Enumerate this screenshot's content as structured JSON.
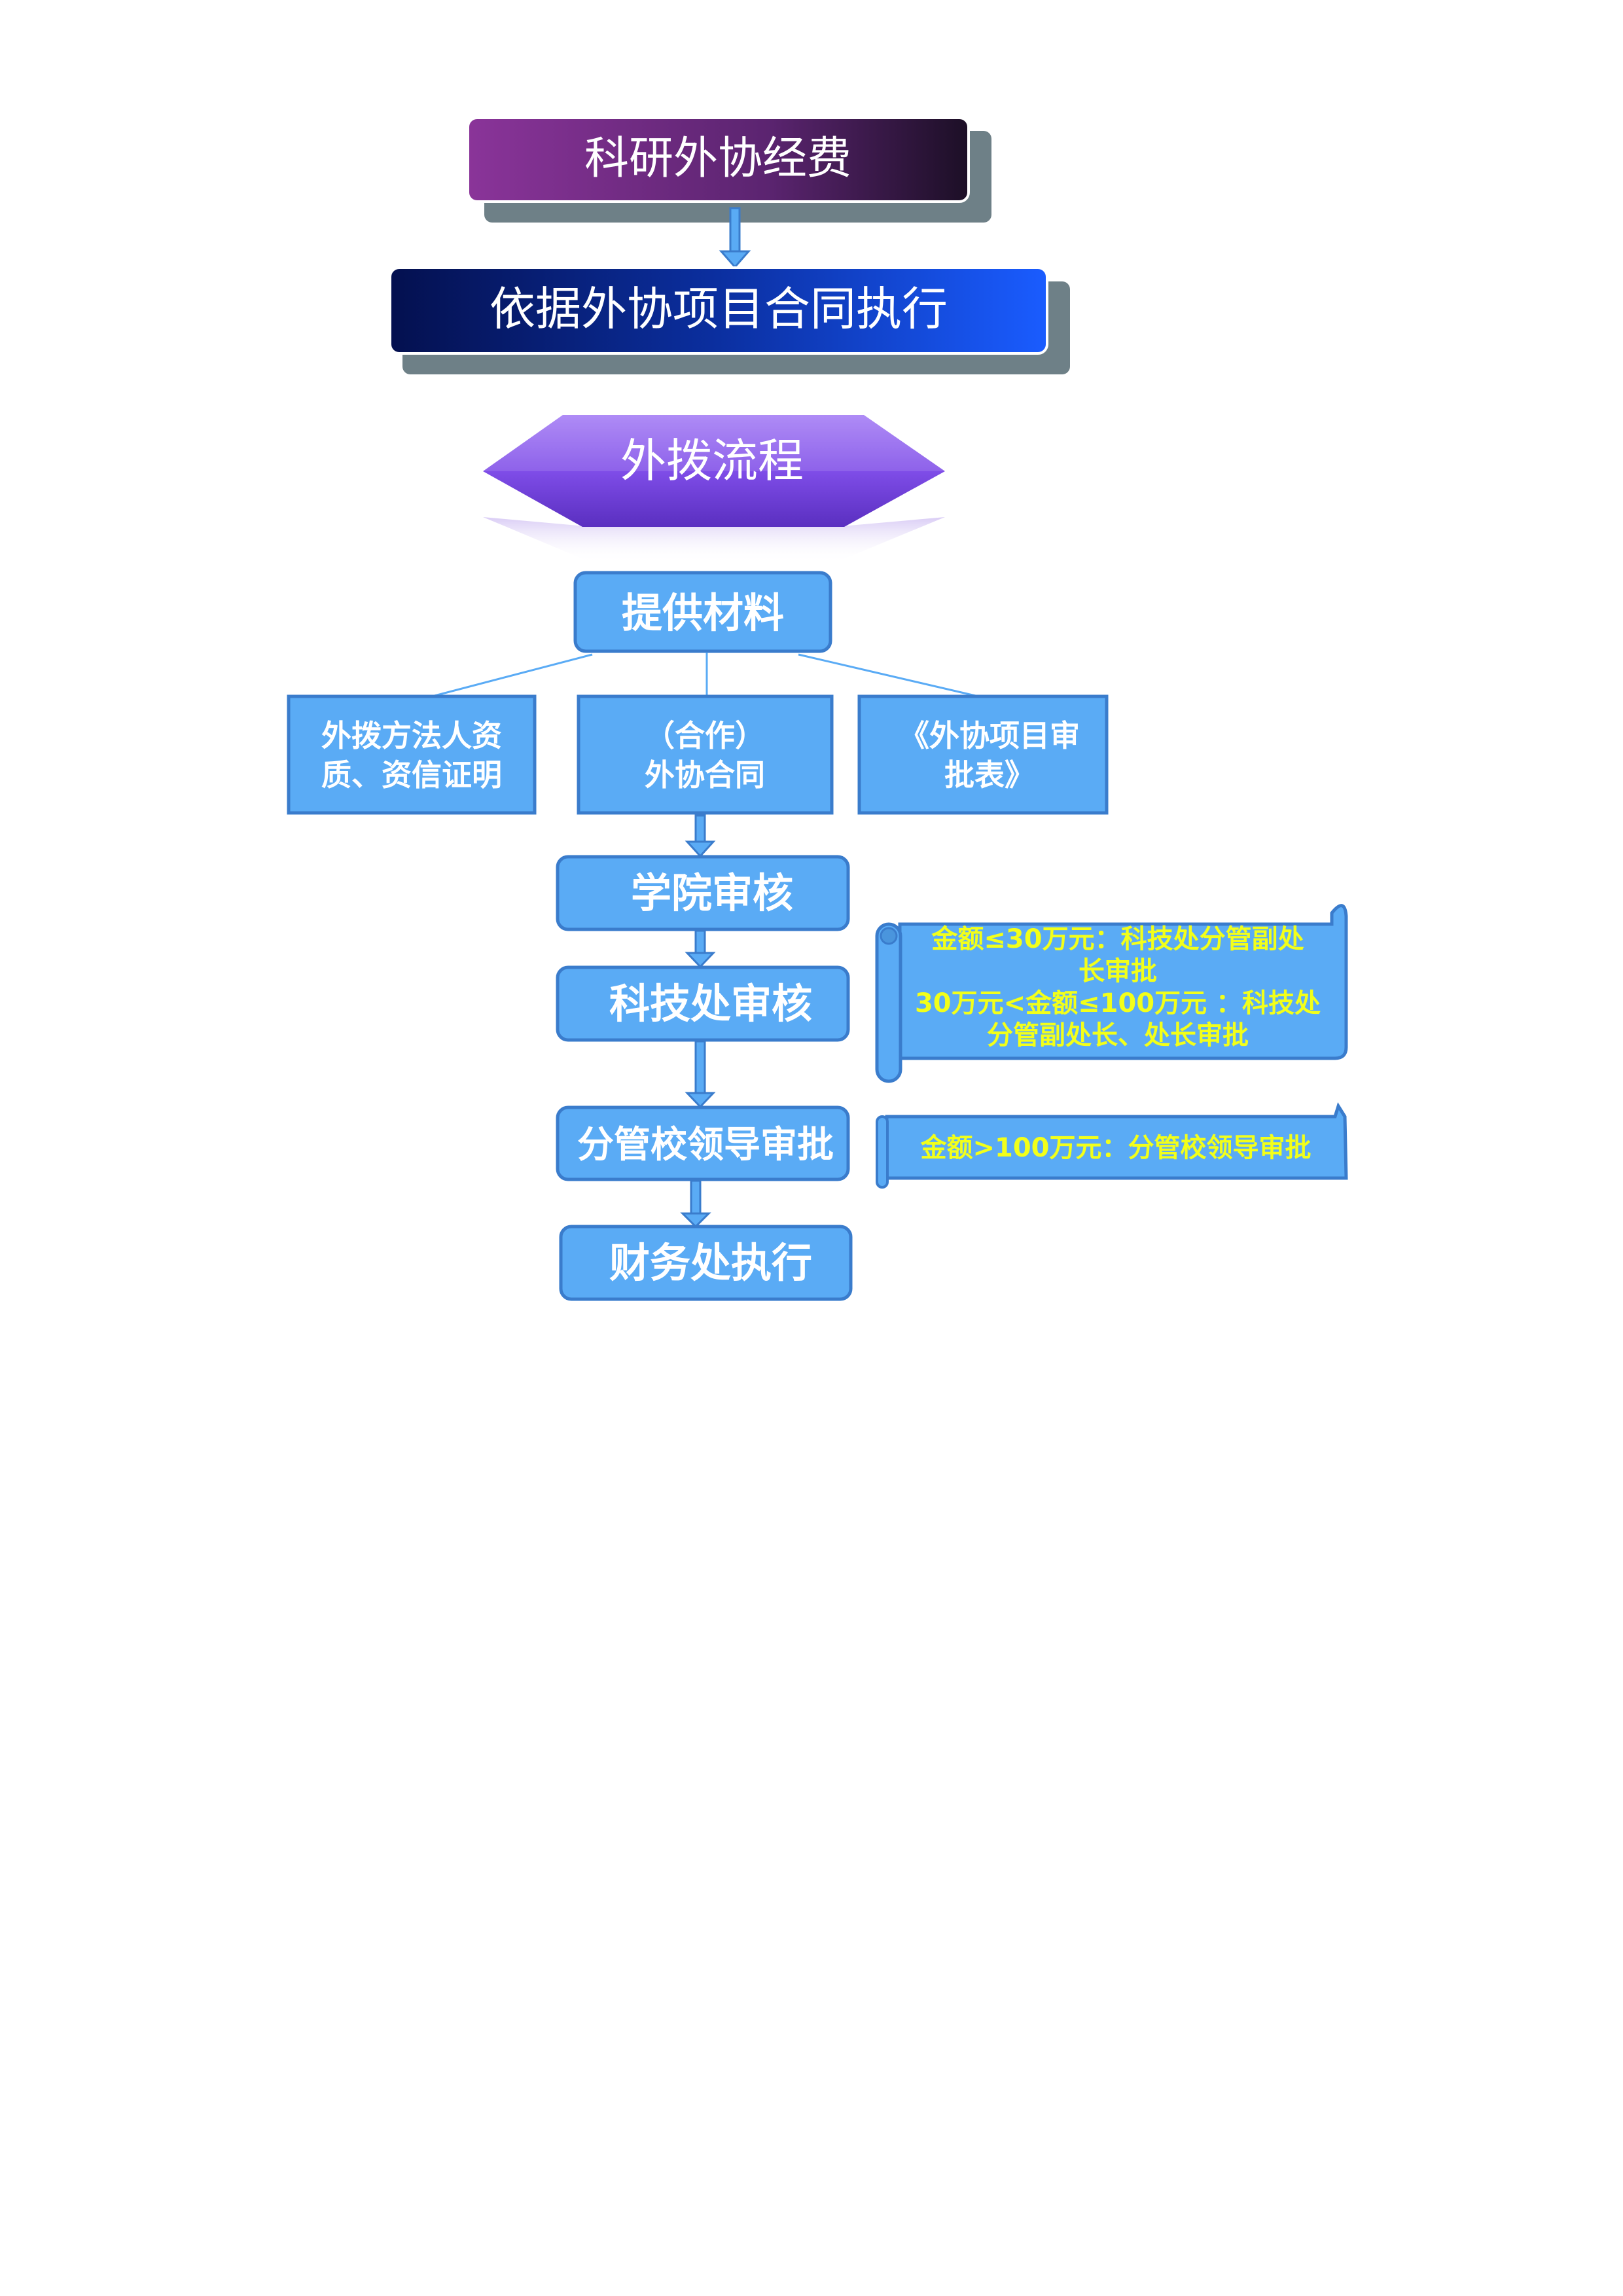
{
  "header": {
    "title": "科研外协经费",
    "subtitle": "依据外协项目合同执行",
    "section": "外拨流程"
  },
  "steps": {
    "materials": "提供材料",
    "materials_items": [
      {
        "line1": "外拨方法人资",
        "line2": "质、资信证明"
      },
      {
        "line1": "（合作）",
        "line2": "外协合同"
      },
      {
        "line1": "《外协项目审",
        "line2": "批表》"
      }
    ],
    "college_review": "学院审核",
    "sci_review": "科技处审核",
    "leader_approval": "分管校领导审批",
    "finance": "财务处执行"
  },
  "notes": {
    "note1_lines": [
      "金额≤30万元：科技处分管副处",
      "长审批",
      "30万元<金额≤100万元 ：科技处",
      "分管副处长、处长审批"
    ],
    "note2": "金额>100万元：分管校领导审批"
  },
  "colors": {
    "box_blue": "#5aabf5",
    "box_border": "#3a7ccc",
    "note_text": "#f2ff1a",
    "title_purple": "#7b2f8c",
    "subtitle_blue": "#1652f0"
  }
}
